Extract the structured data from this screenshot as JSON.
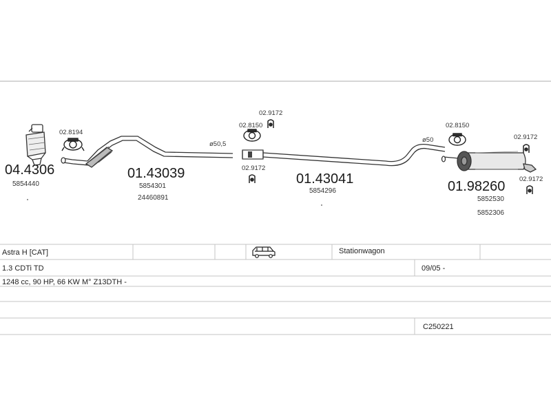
{
  "parts": {
    "catalyst": {
      "number": "04.4306",
      "oem": "5854440"
    },
    "front_pipe": {
      "number": "01.43039",
      "oem_1": "5854301",
      "oem_2": "24460891"
    },
    "middle_pipe": {
      "number": "01.43041",
      "oem": "5854296"
    },
    "rear_silencer": {
      "number": "01.98260",
      "oem_1": "5852530",
      "oem_2": "5852306"
    }
  },
  "fittings": {
    "clamp_front": "02.8194",
    "clamp_middle": "02.8150",
    "clamp_rear": "02.8150",
    "mount_middle_top": "02.9172",
    "mount_middle_bottom": "02.9172",
    "mount_rear_top": "02.9172",
    "mount_rear_bottom": "02.9172"
  },
  "diameters": {
    "middle": "ø50,5",
    "rear": "ø50"
  },
  "vehicle": {
    "model": "Astra H  [CAT]",
    "body_type": "Stationwagon",
    "engine": "1.3 CDTi TD",
    "date": "09/05 -",
    "spec": "1248 cc, 90 HP, 66 KW M° Z13DTH -",
    "code": "C250221"
  },
  "icons": {
    "body_icon": "station-wagon-car-icon",
    "clamp_icon": "exhaust-clamp-icon",
    "mount_icon": "rubber-mount-icon"
  }
}
